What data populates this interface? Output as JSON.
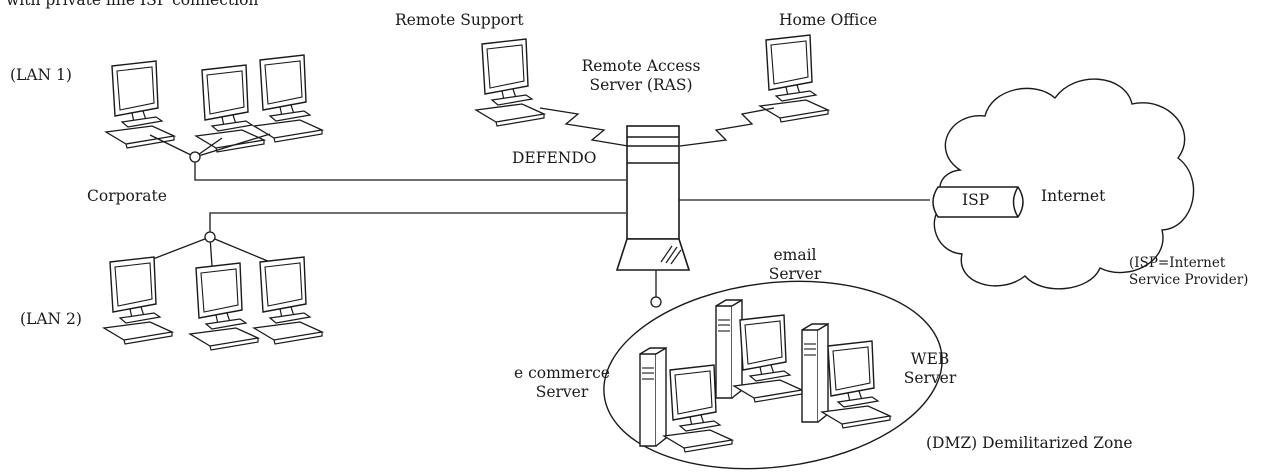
{
  "header": {
    "caption": "with private line ISP connection"
  },
  "lan1": {
    "label": "(LAN 1)"
  },
  "lan2": {
    "label": "(LAN 2)"
  },
  "corporate": {
    "label": "Corporate"
  },
  "remote_support": {
    "label": "Remote Support"
  },
  "home_office": {
    "label": "Home Office"
  },
  "ras": {
    "label_line1": "Remote Access",
    "label_line2": "Server (RAS)"
  },
  "firewall": {
    "label": "DEFENDO"
  },
  "isp": {
    "label": "ISP"
  },
  "internet": {
    "label": "Internet"
  },
  "isp_note": {
    "line1": "(ISP=Internet",
    "line2": "Service Provider)"
  },
  "dmz": {
    "label": "(DMZ) Demilitarized Zone",
    "email_server": {
      "line1": "email",
      "line2": "Server"
    },
    "web_server": {
      "line1": "WEB",
      "line2": "Server"
    },
    "ecommerce_server": {
      "line1": "e commerce",
      "line2": "Server"
    }
  },
  "colors": {
    "stroke": "#1a1a1a",
    "background": "#ffffff"
  }
}
